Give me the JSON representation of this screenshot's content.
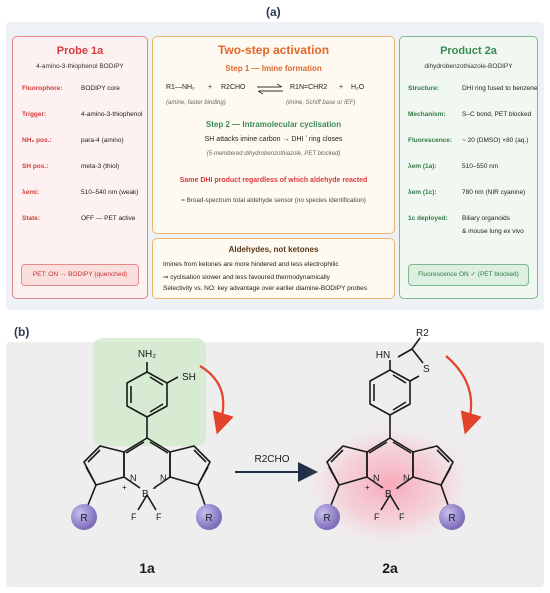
{
  "panel_a_label": "(a)",
  "panel_b_label": "(b)",
  "probe": {
    "title": "Probe 1a",
    "subtitle": "4-amino-3-thiophenol BODIPY",
    "rows": [
      {
        "key": "Fluorophore:",
        "value": "BODIPY core"
      },
      {
        "key": "Trigger:",
        "value": "4-amino-3-thiophenol"
      },
      {
        "key": "NH₂ pos.:",
        "value": "para-4 (amino)"
      },
      {
        "key": "SH pos.:",
        "value": "meta-3 (thiol)"
      },
      {
        "key": "λemi:",
        "value": "510–540 nm (weak)"
      },
      {
        "key": "State:",
        "value": "OFF — PET active"
      }
    ],
    "status": "PET: ON → BODIPY   (quenched)"
  },
  "activation": {
    "title": "Two-step activation",
    "step1_title": "Step 1 — Imine formation",
    "eq_r1": "R1—NH₂",
    "eq_plus1": "+",
    "eq_r2": "R2CHO",
    "eq_product": "R1N=CHR2",
    "eq_plus2": "+",
    "eq_water": "H₂O",
    "eq_note_left": "(amine, faster binding)",
    "eq_note_right": "(imine, Schiff base or IEF)",
    "step2_title": "Step 2 — Intramolecular cyclisation",
    "step2_line": "SH attacks imine carbon  →  DHI ʼ ring closes",
    "step2_note": "(5-membered dihydrobenzothiazole, PET blocked)",
    "highlight": "Same DHI product regardless of which aldehyde reacted",
    "conclusion": "= Broad-spectrum total aldehyde sensor (no species identification)"
  },
  "aldehydes": {
    "title": "Aldehydes, not ketones",
    "lines": [
      "Imines from ketones are more hindered and less electrophilic",
      "⇒ cyclisation slower and less favoured thermodynamically",
      "Selectivity vs. NO: key advantage over earlier diamine-BODIPY probes"
    ]
  },
  "product": {
    "title": "Product 2a",
    "subtitle": "dihydrobenzothiazole-BODIPY",
    "rows": [
      {
        "key": "Structure:",
        "value": "DHI ring fused to benzene"
      },
      {
        "key": "Mechanism:",
        "value": "S–C bond, PET blocked"
      },
      {
        "key": "Fluorescence:",
        "value": "~ 20 (DMSO) ×80 (aq.)"
      },
      {
        "key": "λem (1a):",
        "value": "510–550 nm"
      },
      {
        "key": "λem (1c):",
        "value": "780 nm  (NIR cyanine)"
      },
      {
        "key": "1c deployed:",
        "value": "Biliary organoids"
      },
      {
        "key": "",
        "value": "& mouse lung ex vivo"
      }
    ],
    "status": "Fluorescence ON  ✓   (PET blocked)"
  },
  "reaction": {
    "reagent": "R2CHO",
    "left_label": "1a",
    "right_label": "2a",
    "nh2": "NH₂",
    "sh": "SH",
    "hn": "HN",
    "s": "S",
    "r2": "R2",
    "n": "N",
    "b": "B",
    "f": "F",
    "plus": "+",
    "minus": "−",
    "r": "R"
  },
  "colors": {
    "red": "#d63b3b",
    "orange": "#e0662a",
    "green": "#3a8a52",
    "arrow": "#e2432b",
    "purple": "#8b7bc4"
  }
}
